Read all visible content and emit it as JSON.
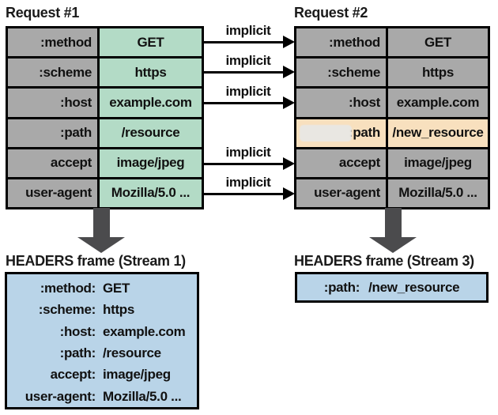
{
  "request1": {
    "title": "Request #1",
    "rows": [
      {
        "label": ":method",
        "value": "GET"
      },
      {
        "label": ":scheme",
        "value": "https"
      },
      {
        "label": ":host",
        "value": "example.com"
      },
      {
        "label": ":path",
        "value": "/resource"
      },
      {
        "label": "accept",
        "value": "image/jpeg"
      },
      {
        "label": "user-agent",
        "value": "Mozilla/5.0 ..."
      }
    ]
  },
  "request2": {
    "title": "Request #2",
    "rows": [
      {
        "label": ":method",
        "value": "GET"
      },
      {
        "label": ":scheme",
        "value": "https"
      },
      {
        "label": ":host",
        "value": "example.com"
      },
      {
        "label": ":path",
        "value": "/new_resource",
        "highlighted": true
      },
      {
        "label": "accept",
        "value": "image/jpeg"
      },
      {
        "label": "user-agent",
        "value": "Mozilla/5.0 ..."
      }
    ]
  },
  "arrows": [
    {
      "label": "implicit",
      "from_row": ":method"
    },
    {
      "label": "implicit",
      "from_row": ":scheme"
    },
    {
      "label": "implicit",
      "from_row": ":host"
    },
    {
      "label": "implicit",
      "from_row": "accept"
    },
    {
      "label": "implicit",
      "from_row": "user-agent"
    }
  ],
  "frame1": {
    "title": "HEADERS frame (Stream 1)",
    "lines": [
      {
        "label": ":method:",
        "value": "GET"
      },
      {
        "label": ":scheme:",
        "value": "https"
      },
      {
        "label": ":host:",
        "value": "example.com"
      },
      {
        "label": ":path:",
        "value": "/resource"
      },
      {
        "label": "accept:",
        "value": "image/jpeg"
      },
      {
        "label": "user-agent:",
        "value": "Mozilla/5.0 ..."
      }
    ]
  },
  "frame3": {
    "title": "HEADERS frame (Stream 3)",
    "lines": [
      {
        "label": ":path:",
        "value": "/new_resource"
      }
    ]
  },
  "colors": {
    "cell_gray": "#a9a9a9",
    "cell_green": "#b3dbc6",
    "highlight_peach": "#f8e0be",
    "frame_blue": "#b9d4e8",
    "big_arrow_gray": "#4b4b4d",
    "border_black": "#000000"
  }
}
